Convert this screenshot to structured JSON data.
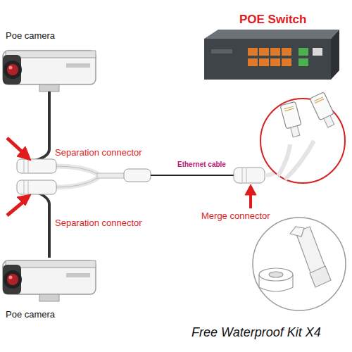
{
  "diagram": {
    "labels": [
      "Poe camera",
      "POE Switch",
      "Separation connector",
      "Ethernet cable",
      "Separation connector",
      "Merge connector",
      "Poe camera",
      "Free Waterproof Kit X4"
    ]
  }
}
